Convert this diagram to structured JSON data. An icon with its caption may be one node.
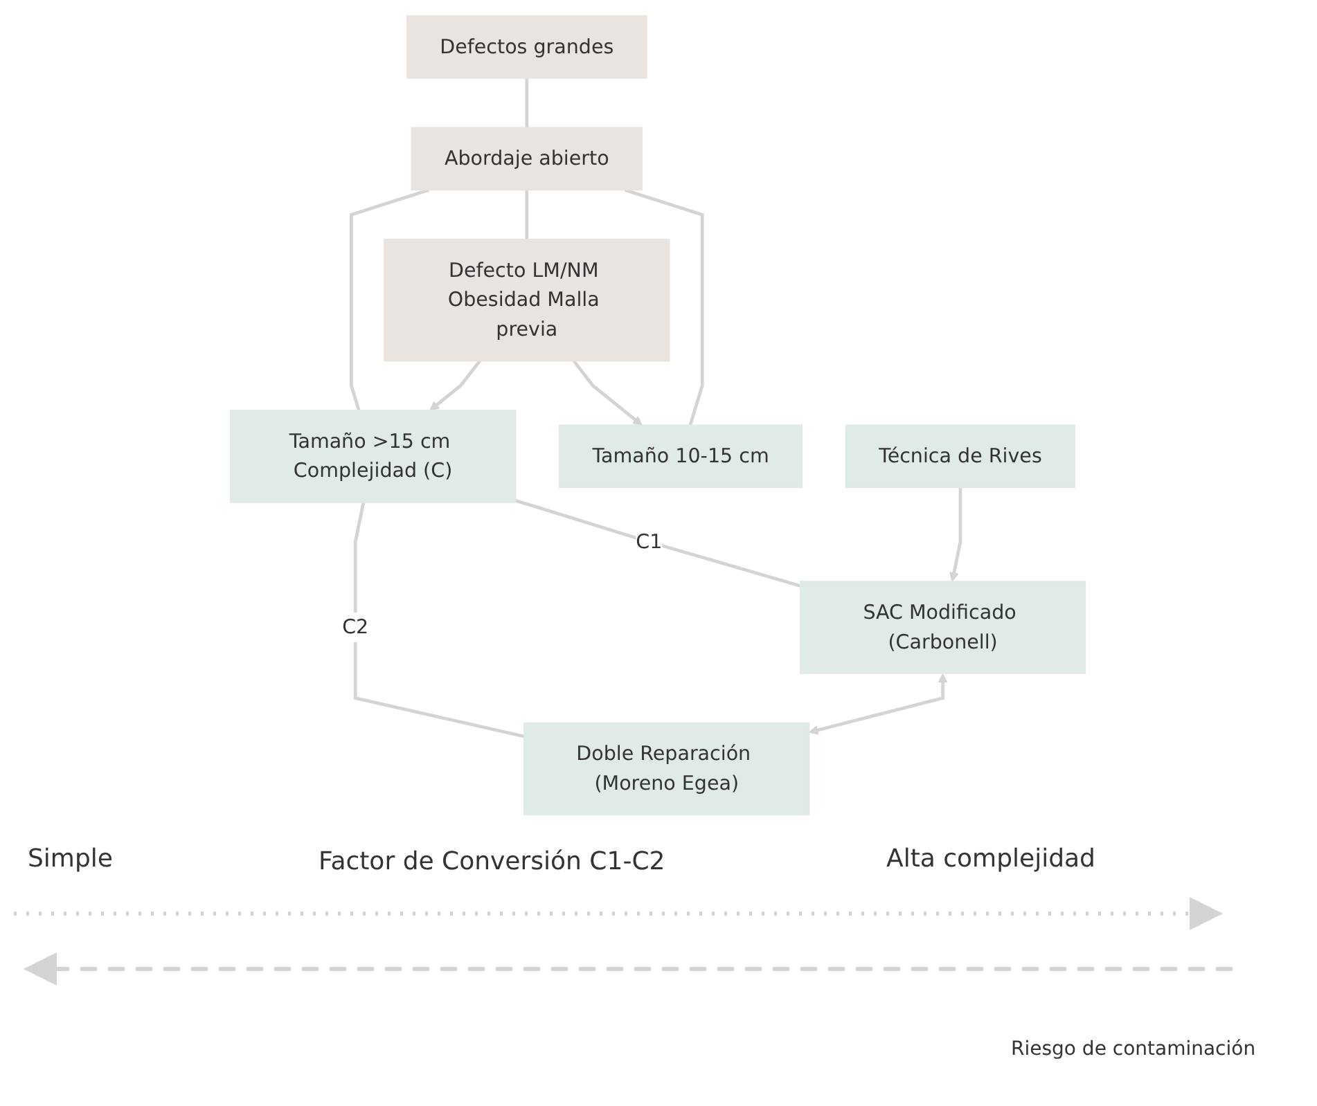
{
  "diagram": {
    "nodes": [
      {
        "text": [
          "Defectos grandes"
        ]
      },
      {
        "text": [
          "Abordaje abierto"
        ]
      },
      {
        "text": [
          "Tamaño 10-15 cm"
        ]
      },
      {
        "text": [
          "Defecto LM/NM Obesidad Malla previa"
        ]
      },
      {
        "text": [
          "Tamaño >15 cm Complejidad (C)"
        ]
      },
      {
        "text": [
          "Técnica de Rives"
        ]
      },
      {
        "text": [
          "SAC Modificado (Carbonell)"
        ]
      },
      {
        "text": [
          "Doble Reparación (Moreno Egea)"
        ]
      }
    ],
    "edges": [
      {
        "from": 0,
        "to": 1,
        "arrow": "none"
      },
      {
        "from": 1,
        "to": 2,
        "arrow": "none"
      },
      {
        "from": 1,
        "to": 3,
        "arrow": "none"
      },
      {
        "from": 1,
        "to": 4,
        "arrow": "none"
      },
      {
        "from": 3,
        "to": 2,
        "arrow": "to"
      },
      {
        "from": 3,
        "to": 4,
        "arrow": "to"
      },
      {
        "from": 4,
        "to": 6,
        "label": "C1",
        "arrow": "none"
      },
      {
        "from": 4,
        "to": 7,
        "label": "C2",
        "arrow": "none"
      },
      {
        "from": 5,
        "to": 6,
        "arrow": "to"
      },
      {
        "from": 6,
        "to": 7,
        "arrow": "both"
      }
    ],
    "labels": [
      "Simple",
      "Factor de Conversión C1-C2",
      "Alta complejidad",
      "Riesgo de contaminación"
    ]
  }
}
